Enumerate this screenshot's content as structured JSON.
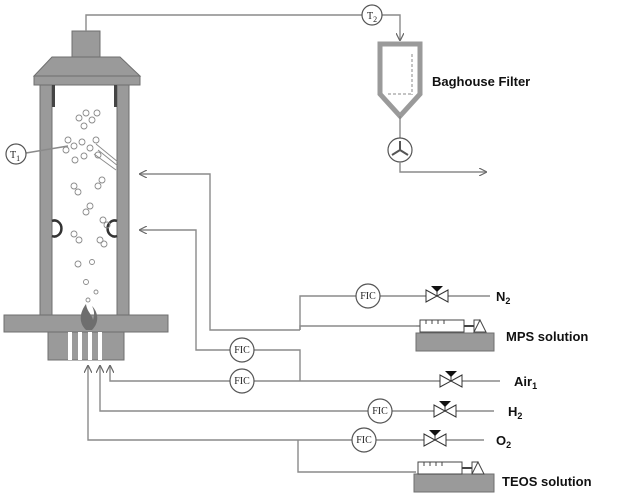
{
  "labels": {
    "baghouse": "Baghouse Filter",
    "n2": "N",
    "n2_sub": "2",
    "mps": "MPS solution",
    "air": "Air",
    "air_sub": "1",
    "h2": "H",
    "h2_sub": "2",
    "o2": "O",
    "o2_sub": "2",
    "teos": "TEOS solution"
  },
  "instruments": {
    "t1": "T",
    "t1_sub": "1",
    "t2": "T",
    "t2_sub": "2",
    "fic": "FIC"
  },
  "colors": {
    "wall": "#9a9a9a",
    "pipe": "#8a8a8a",
    "flame": "#6e6e6e"
  }
}
